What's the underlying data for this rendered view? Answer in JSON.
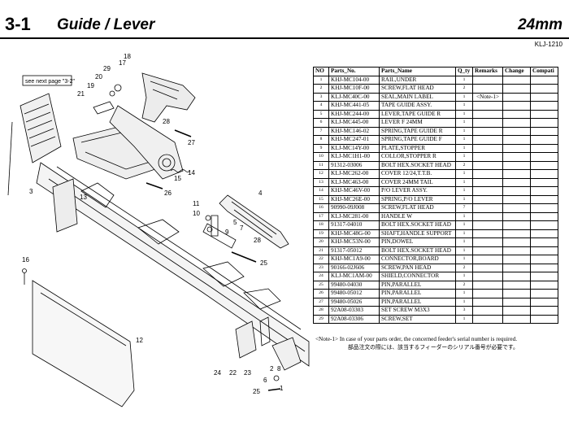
{
  "header": {
    "section_number": "3-1",
    "section_title": "Guide / Lever",
    "size": "24mm",
    "model_code": "KLJ-1210"
  },
  "diagram": {
    "see_next_page": "see next page \"3-2\"",
    "callouts": [
      "1",
      "2",
      "3",
      "4",
      "5",
      "6",
      "7",
      "8",
      "9",
      "10",
      "11",
      "12",
      "13",
      "14",
      "15",
      "16",
      "17",
      "18",
      "19",
      "20",
      "21",
      "22",
      "23",
      "24",
      "25",
      "26",
      "27",
      "28",
      "29"
    ]
  },
  "table": {
    "headers": {
      "no": "NO",
      "parts_no": "Parts_No.",
      "parts_name": "Parts_Name",
      "qty": "Q_ty",
      "remarks": "Remarks",
      "change": "Change",
      "compati": "Compati"
    },
    "rows": [
      {
        "no": "1",
        "parts_no": "KHJ-MC104-00",
        "parts_name": "RAIL,UNDER",
        "qty": "1",
        "remarks": ""
      },
      {
        "no": "2",
        "parts_no": "KHJ-MC10F-00",
        "parts_name": "SCREW,FLAT HEAD",
        "qty": "2",
        "remarks": ""
      },
      {
        "no": "3",
        "parts_no": "KLJ-MC40C-00",
        "parts_name": "SEAL,MAIN LABEL",
        "qty": "1",
        "remarks": "<Note-1>"
      },
      {
        "no": "4",
        "parts_no": "KHJ-MC441-05",
        "parts_name": "TAPE GUIDE ASSY.",
        "qty": "1",
        "remarks": ""
      },
      {
        "no": "5",
        "parts_no": "KHJ-MC244-00",
        "parts_name": "LEVER,TAPE GUIDE R",
        "qty": "1",
        "remarks": ""
      },
      {
        "no": "6",
        "parts_no": "KLJ-MC445-00",
        "parts_name": "LEVER F 24MM",
        "qty": "1",
        "remarks": ""
      },
      {
        "no": "7",
        "parts_no": "KHJ-MC146-02",
        "parts_name": "SPRING,TAPE GUIDE R",
        "qty": "1",
        "remarks": ""
      },
      {
        "no": "8",
        "parts_no": "KHJ-MC247-01",
        "parts_name": "SPRING,TAPE GUIDE F",
        "qty": "1",
        "remarks": ""
      },
      {
        "no": "9",
        "parts_no": "KLJ-MC14Y-00",
        "parts_name": "PLATE,STOPPER",
        "qty": "1",
        "remarks": ""
      },
      {
        "no": "10",
        "parts_no": "KLJ-MC1H1-00",
        "parts_name": "COLLOR,STOPPER R",
        "qty": "1",
        "remarks": ""
      },
      {
        "no": "11",
        "parts_no": "91312-03006",
        "parts_name": "BOLT HEX.SOCKET HEAD",
        "qty": "2",
        "remarks": ""
      },
      {
        "no": "12",
        "parts_no": "KLJ-MC262-00",
        "parts_name": "COVER 12/24,T.T.B.",
        "qty": "1",
        "remarks": ""
      },
      {
        "no": "13",
        "parts_no": "KLJ-MC463-00",
        "parts_name": "COVER 24MM TAIL",
        "qty": "1",
        "remarks": ""
      },
      {
        "no": "14",
        "parts_no": "KHJ-MC46V-00",
        "parts_name": "P/O LEVER ASSY.",
        "qty": "1",
        "remarks": ""
      },
      {
        "no": "15",
        "parts_no": "KHJ-MC26E-00",
        "parts_name": "SPRING,P/O LEVER",
        "qty": "1",
        "remarks": ""
      },
      {
        "no": "16",
        "parts_no": "90990-09J008",
        "parts_name": "SCREW,FLAT HEAD",
        "qty": "7",
        "remarks": ""
      },
      {
        "no": "17",
        "parts_no": "KLJ-MC281-00",
        "parts_name": "HANDLE W",
        "qty": "1",
        "remarks": ""
      },
      {
        "no": "18",
        "parts_no": "91317-04010",
        "parts_name": "BOLT HEX.SOCKET HEAD",
        "qty": "1",
        "remarks": ""
      },
      {
        "no": "19",
        "parts_no": "KHJ-MC48G-00",
        "parts_name": "SHAFT,HANDLE SUPPORT",
        "qty": "1",
        "remarks": ""
      },
      {
        "no": "20",
        "parts_no": "KHJ-MC53N-00",
        "parts_name": "PIN,DOWEL",
        "qty": "1",
        "remarks": ""
      },
      {
        "no": "21",
        "parts_no": "91317-05012",
        "parts_name": "BOLT HEX.SOCKET HEAD",
        "qty": "1",
        "remarks": ""
      },
      {
        "no": "22",
        "parts_no": "KHJ-MC1A9-00",
        "parts_name": "CONNECTOR,BOARD",
        "qty": "1",
        "remarks": ""
      },
      {
        "no": "23",
        "parts_no": "90166-02J606",
        "parts_name": "SCREW,PAN HEAD",
        "qty": "2",
        "remarks": ""
      },
      {
        "no": "24",
        "parts_no": "KLJ-MC1AM-00",
        "parts_name": "SHIELD,CONNECTOR",
        "qty": "1",
        "remarks": ""
      },
      {
        "no": "25",
        "parts_no": "99480-04030",
        "parts_name": "PIN,PARALLEL",
        "qty": "2",
        "remarks": ""
      },
      {
        "no": "26",
        "parts_no": "99480-05012",
        "parts_name": "PIN,PARALLEL",
        "qty": "1",
        "remarks": ""
      },
      {
        "no": "27",
        "parts_no": "99480-05026",
        "parts_name": "PIN,PARALLEL",
        "qty": "1",
        "remarks": ""
      },
      {
        "no": "28",
        "parts_no": "92A08-03303",
        "parts_name": "SET SCREW M3X3",
        "qty": "3",
        "remarks": ""
      },
      {
        "no": "29",
        "parts_no": "92A08-03306",
        "parts_name": "SCREW,SET",
        "qty": "1",
        "remarks": ""
      }
    ]
  },
  "note": {
    "line1": "<Note-1> In case of your parts order, the concerned feeder's serial number is required.",
    "line2": "部品注文の際には、該当するフィーダーのシリアル番号が必要です。"
  }
}
